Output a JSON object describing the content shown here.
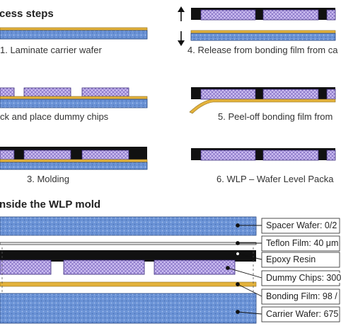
{
  "colors": {
    "blue_wafer": "#6b93d6",
    "blue_border": "#1f3f7a",
    "gold_film": "#e3b23c",
    "gold_border": "#8a6a1a",
    "chip_fill": "#c9b8ef",
    "chip_border": "#3b2b7a",
    "mold_black": "#111111"
  },
  "sections": {
    "process_heading": "cess steps",
    "mold_heading": "nside the WLP mold"
  },
  "steps": [
    {
      "label": "1. Laminate carrier wafer"
    },
    {
      "label": "ck and place dummy chips"
    },
    {
      "label": "3. Molding"
    },
    {
      "label": "4. Release from bonding film from ca"
    },
    {
      "label": "5. Peel-off bonding film from"
    },
    {
      "label": "6. WLP – Wafer Level Packa"
    }
  ],
  "legend": [
    {
      "label": "Spacer Wafer: 0/2"
    },
    {
      "label": "Teflon Film: 40 μm"
    },
    {
      "label": "Epoxy Resin"
    },
    {
      "label": "Dummy Chips: 300"
    },
    {
      "label": "Bonding Film: 98 /"
    },
    {
      "label": "Carrier Wafer: 675"
    }
  ]
}
